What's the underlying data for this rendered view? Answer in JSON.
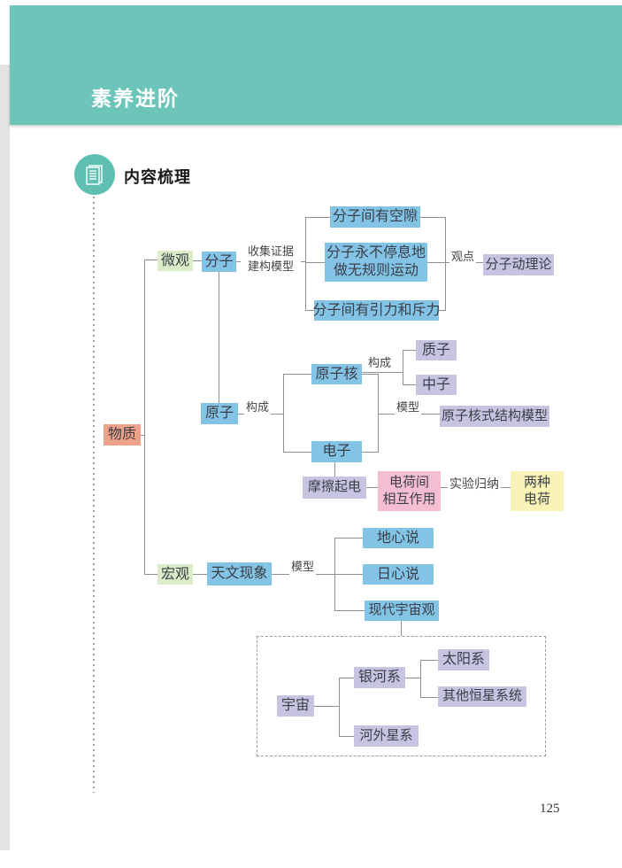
{
  "page": {
    "header_title": "素养进阶",
    "section_title": "内容梳理",
    "page_number": "125"
  },
  "colors": {
    "band_teal": "#6cc5b8",
    "icon_teal": "#5fc0b2",
    "left_strip_gray": "#e3e3e3",
    "node_blue": "#83c3e6",
    "node_green": "#dcebc8",
    "node_salmon": "#eda289",
    "node_lavender": "#c7c4e2",
    "node_pink": "#f5bdd1",
    "node_yellow": "#f9f3b8",
    "connector_gray": "#909090"
  },
  "icons": {
    "section_icon": "document-icon"
  },
  "nodes": {
    "matter": "物质",
    "micro": "微观",
    "molecule": "分子",
    "gap": "分子间有空隙",
    "motion_line1": "分子永不停息地",
    "motion_line2": "做无规则运动",
    "force": "分子间有引力和斥力",
    "kinetic_theory": "分子动理论",
    "atom": "原子",
    "nucleus": "原子核",
    "proton": "质子",
    "neutron": "中子",
    "nuclear_model": "原子核式结构模型",
    "electron": "电子",
    "friction": "摩擦起电",
    "charge_line1": "电荷间",
    "charge_line2": "相互作用",
    "two_charges_line1": "两种",
    "two_charges_line2": "电荷",
    "macro": "宏观",
    "astronomy": "天文现象",
    "geocentric": "地心说",
    "heliocentric": "日心说",
    "modern_cosmology": "现代宇宙观",
    "universe": "宇宙",
    "milky_way": "银河系",
    "solar_system": "太阳系",
    "other_star_systems": "其他恒星系统",
    "extragalactic": "河外星系"
  },
  "edge_labels": {
    "evidence_line1": "收集证据",
    "evidence_line2": "建构模型",
    "viewpoint": "观点",
    "compose_atom": "构成",
    "compose_nucleus": "构成",
    "model_nucleus": "模型",
    "model_astronomy": "模型",
    "experiment": "实验归纳"
  }
}
